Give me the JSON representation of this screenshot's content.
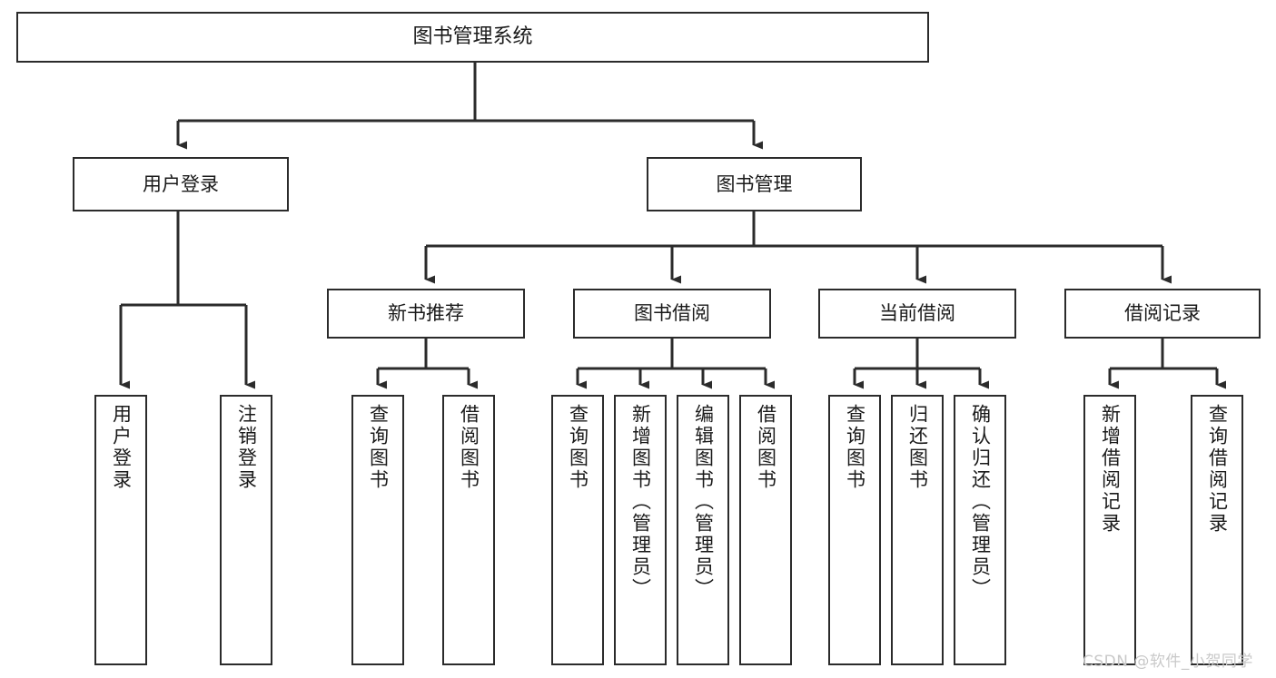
{
  "diagram": {
    "title": "图书管理系统",
    "watermark": "CSDN @软件_小贺同学",
    "colors": {
      "background": "#ffffff",
      "stroke": "#2b2b2b",
      "text": "#1a1a1a",
      "watermark": "#c9c9c9"
    },
    "nodes": {
      "root": "图书管理系统",
      "level2": {
        "user_login": "用户登录",
        "book_manage": "图书管理"
      },
      "level3": {
        "new_book_recommend": "新书推荐",
        "book_borrow": "图书借阅",
        "current_borrow": "当前借阅",
        "borrow_record": "借阅记录"
      },
      "leaves": {
        "user_login_1": "用户登录",
        "user_login_2": "注销登录",
        "recommend_1": "查询图书",
        "recommend_2": "借阅图书",
        "borrow_1": "查询图书",
        "borrow_2": "新增图书（管理员）",
        "borrow_3": "编辑图书（管理员）",
        "borrow_4": "借阅图书",
        "current_1": "查询图书",
        "current_2": "归还图书",
        "current_3": "确认归还（管理员）",
        "record_1": "新增借阅记录",
        "record_2": "查询借阅记录"
      }
    }
  }
}
